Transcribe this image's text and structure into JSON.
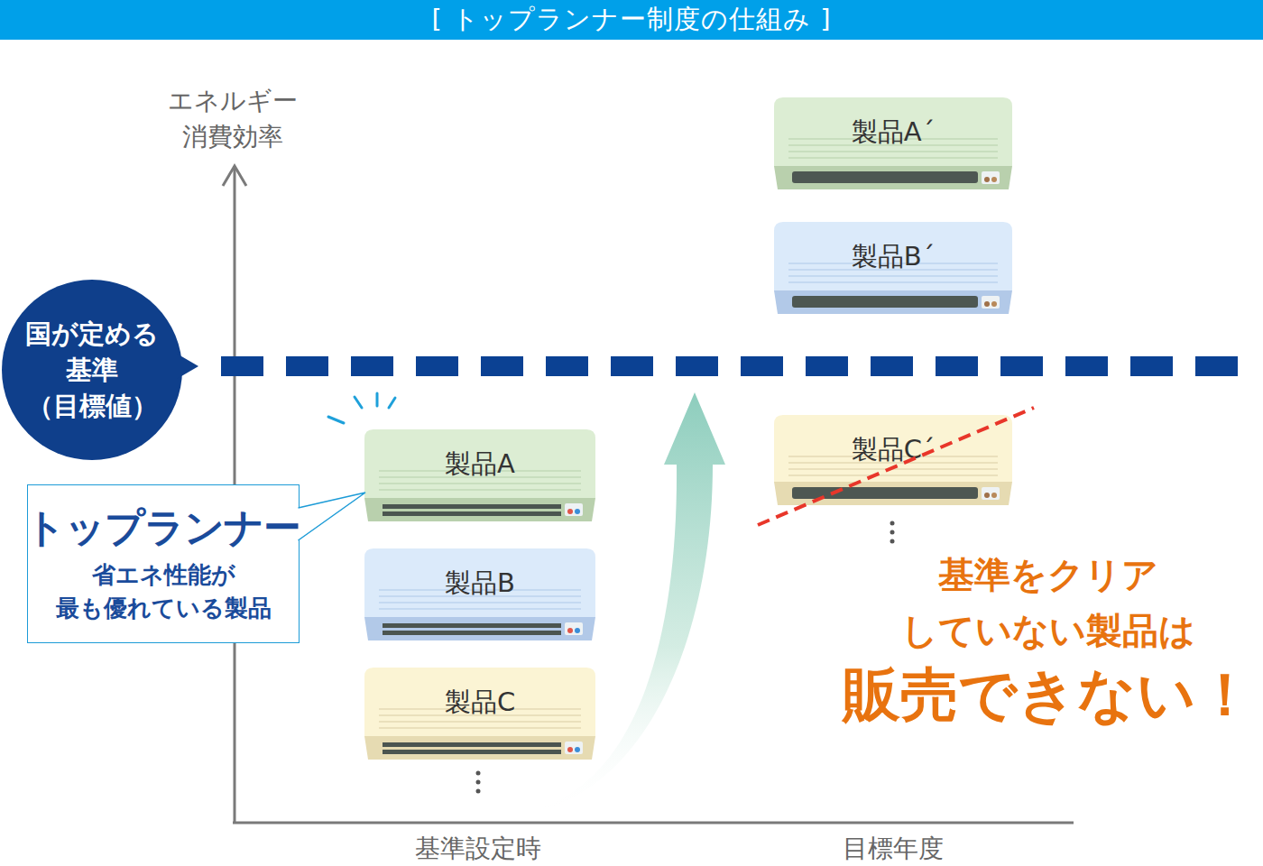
{
  "diagram": {
    "title": "[ トップランナー制度の仕組み ]",
    "nodes": [
      {
        "text": [
          "製品A´"
        ]
      },
      {
        "text": [
          "製品B´"
        ]
      },
      {
        "text": [
          "国が定める 基準 （目標値）"
        ]
      },
      {
        "text": [
          "製品C´"
        ]
      },
      {
        "text": [
          "製品A"
        ]
      },
      {
        "text": [
          "トップランナー",
          "省エネ性能が 最も優れている製品"
        ]
      },
      {
        "text": [
          "製品B"
        ]
      },
      {
        "text": [
          "製品C"
        ]
      }
    ],
    "edges": [
      {
        "from": 5,
        "to": 4,
        "arrow": "none"
      }
    ],
    "labels": [
      "エネルギー 消費効率",
      "基準設定時",
      "目標年度",
      "基準をクリア していない製品は",
      "販売できない！"
    ]
  }
}
